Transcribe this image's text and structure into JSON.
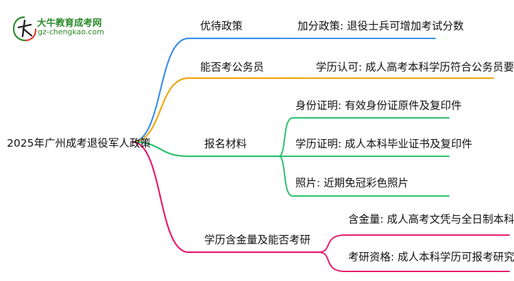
{
  "logo": {
    "title": "大牛教育成考网",
    "url": "gz-chengkao.com"
  },
  "root": "2025年广州成考退役军人政策",
  "branches": [
    {
      "label": "优待政策",
      "color": "#3a8ee6",
      "children": [
        "加分政策: 退役士兵可增加考试分数"
      ]
    },
    {
      "label": "能否考公务员",
      "color": "#f0a30a",
      "children": [
        "学历认可: 成人高考本科学历符合公务员要求"
      ]
    },
    {
      "label": "报名材料",
      "color": "#27c06b",
      "children": [
        "身份证明: 有效身份证原件及复印件",
        "学历证明: 成人本科毕业证书及复印件",
        "照片: 近期免冠彩色照片"
      ]
    },
    {
      "label": "学历含金量及能否考研",
      "color": "#e8186d",
      "children": [
        "含金量: 成人高考文凭与全日制本科同等",
        "考研资格: 成人本科学历可报考研究生"
      ]
    }
  ]
}
